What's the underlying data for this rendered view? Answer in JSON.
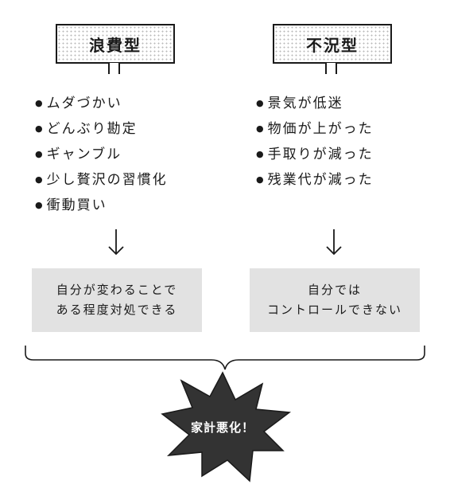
{
  "left": {
    "title": "浪費型",
    "items": [
      "ムダづかい",
      "どんぶり勘定",
      "ギャンブル",
      "少し贅沢の習慣化",
      "衝動買い"
    ],
    "outcome": [
      "自分が変わることで",
      "ある程度対処できる"
    ]
  },
  "right": {
    "title": "不況型",
    "items": [
      "景気が低迷",
      "物価が上がった",
      "手取りが減った",
      "残業代が減った"
    ],
    "outcome": [
      "自分では",
      "コントロールできない"
    ]
  },
  "result": {
    "label": "家計悪化！"
  },
  "colors": {
    "ink": "#1a1a1a",
    "outcome_fill": "#e2e2e2",
    "burst_fill": "#333333",
    "dots": "#b9b9b9"
  }
}
